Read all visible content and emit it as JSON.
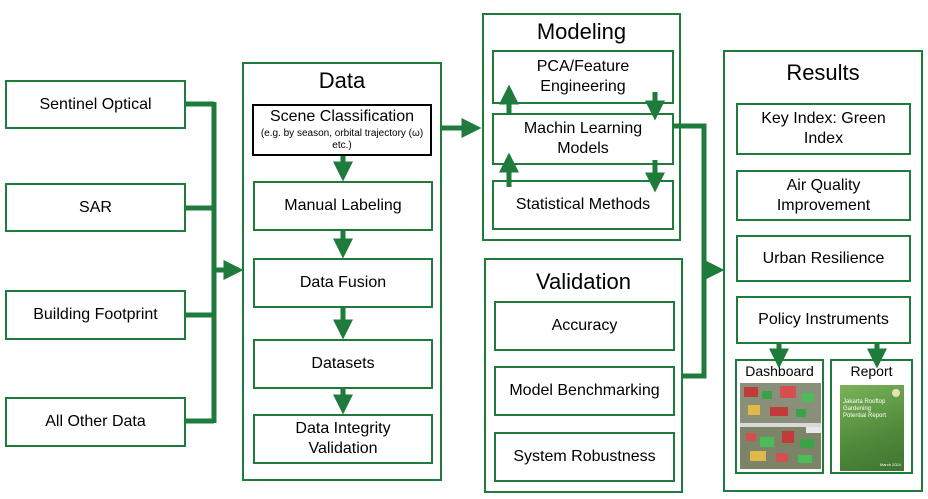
{
  "inputs": [
    "Sentinel Optical",
    "SAR",
    "Building Footprint",
    "All Other Data"
  ],
  "data_panel": {
    "title": "Data",
    "scene_title": "Scene Classification",
    "scene_sub": "(e.g. by season, orbital trajectory (ω) etc.)",
    "steps": [
      "Manual Labeling",
      "Data Fusion",
      "Datasets",
      "Data Integrity Validation"
    ]
  },
  "modeling": {
    "title": "Modeling",
    "items": [
      "PCA/Feature Engineering",
      "Machin Learning Models",
      "Statistical Methods"
    ]
  },
  "validation": {
    "title": "Validation",
    "items": [
      "Accuracy",
      "Model Benchmarking",
      "System Robustness"
    ]
  },
  "results": {
    "title": "Results",
    "items": [
      "Key Index: Green Index",
      "Air Quality Improvement",
      "Urban Resilience",
      "Policy Instruments"
    ],
    "dashboard_label": "Dashboard",
    "report_label": "Report",
    "report_cover_title": "Jakarta Rooftop Gardening Potential Report",
    "report_cover_date": "March 2024"
  },
  "colors": {
    "accent": "#1e7b3c"
  }
}
